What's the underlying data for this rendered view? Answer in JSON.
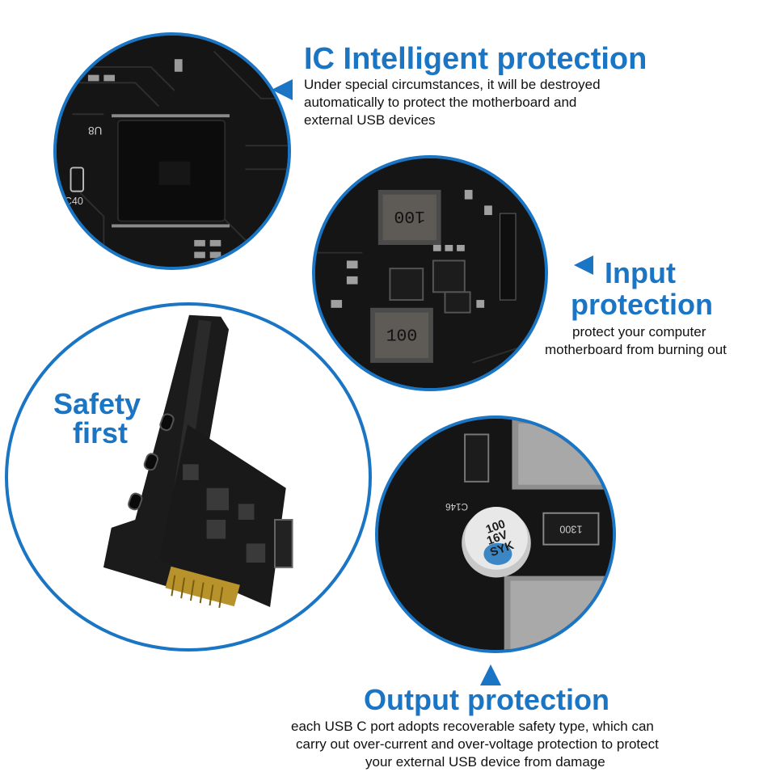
{
  "ic": {
    "title": "IC Intelligent protection",
    "desc_lines": [
      "Under special circumstances, it will be destroyed",
      "automatically to protect the motherboard and",
      "external USB devices"
    ]
  },
  "input": {
    "title_lines": [
      "Input",
      "protection"
    ],
    "desc_lines": [
      "protect your computer",
      "motherboard  from burning out"
    ]
  },
  "safety": {
    "title_lines": [
      "Safety",
      "first"
    ]
  },
  "output": {
    "title": "Output protection",
    "desc_lines": [
      "each USB C port adopts recoverable safety type, which can",
      "carry out over-current and over-voltage protection to protect",
      "your external USB device from damage"
    ]
  },
  "board_marks": {
    "chip_label": "U8",
    "cap_label": "C40",
    "inductor_top": "100",
    "inductor_bottom": "100",
    "capacitor_text": [
      "100",
      "16V",
      "SYK"
    ],
    "cap_tag": "C146",
    "resistor_tag": "1300"
  },
  "colors": {
    "accent": "#1a75c4",
    "pcb": "#141414",
    "text": "#111111"
  }
}
